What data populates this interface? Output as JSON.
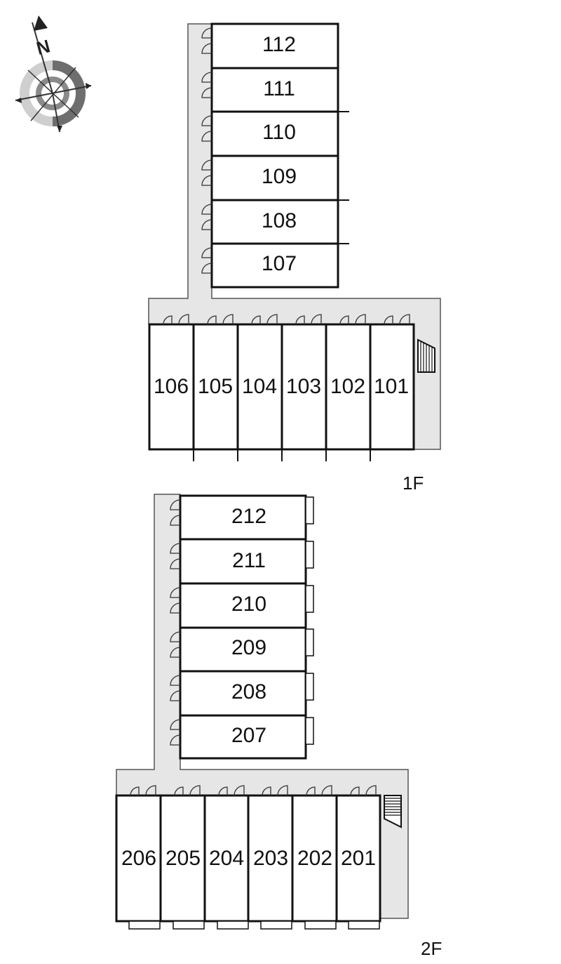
{
  "compass": {
    "north_label": "N",
    "icon": "compass-rose-icon"
  },
  "colors": {
    "corridor": "#e6e6e6",
    "wall": "#111111",
    "background": "#ffffff"
  },
  "floors": [
    {
      "id": "1F",
      "label": "1F",
      "wing_units": [
        "112",
        "111",
        "110",
        "109",
        "108",
        "107"
      ],
      "row_units": [
        "106",
        "105",
        "104",
        "103",
        "102",
        "101"
      ]
    },
    {
      "id": "2F",
      "label": "2F",
      "wing_units": [
        "212",
        "211",
        "210",
        "209",
        "208",
        "207"
      ],
      "row_units": [
        "206",
        "205",
        "204",
        "203",
        "202",
        "201"
      ]
    }
  ]
}
